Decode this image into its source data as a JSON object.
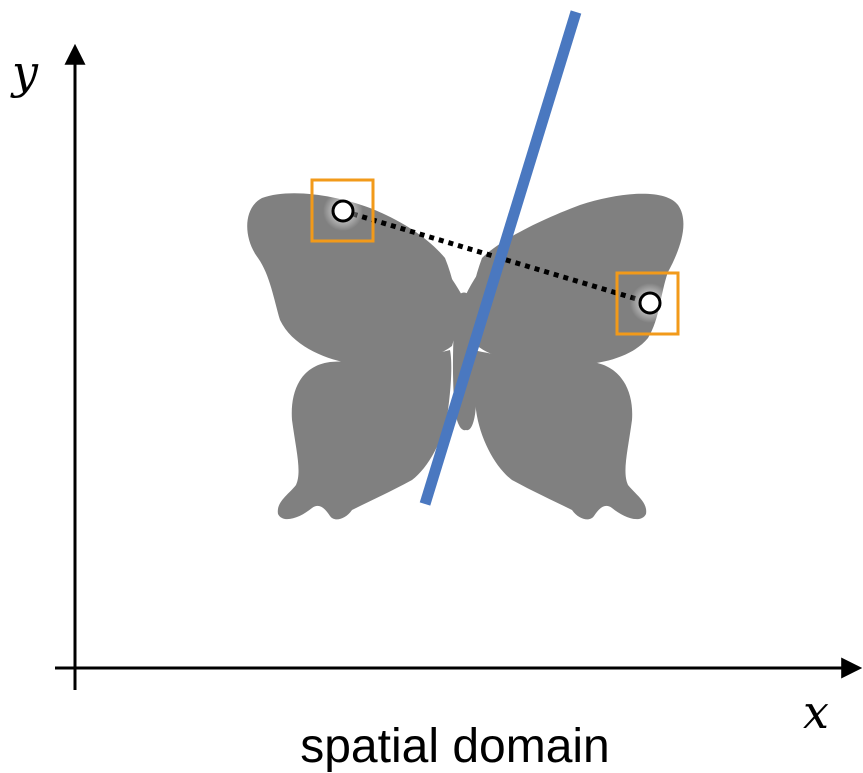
{
  "diagram": {
    "caption": "spatial domain",
    "axes": {
      "x_label": "x",
      "y_label": "y"
    },
    "colors": {
      "axis": "#000000",
      "butterfly": "#808080",
      "symmetry_line": "#4a78c0",
      "marker_box": "#f29a1a",
      "keypoint_fill": "#ffffff",
      "keypoint_stroke": "#000000",
      "connector": "#000000"
    },
    "elements": {
      "shape": "butterfly-silhouette",
      "symmetry_axis": "blue-line",
      "keypoints": [
        "left-wing-keypoint",
        "right-wing-keypoint"
      ],
      "connector_style": "dotted"
    }
  }
}
